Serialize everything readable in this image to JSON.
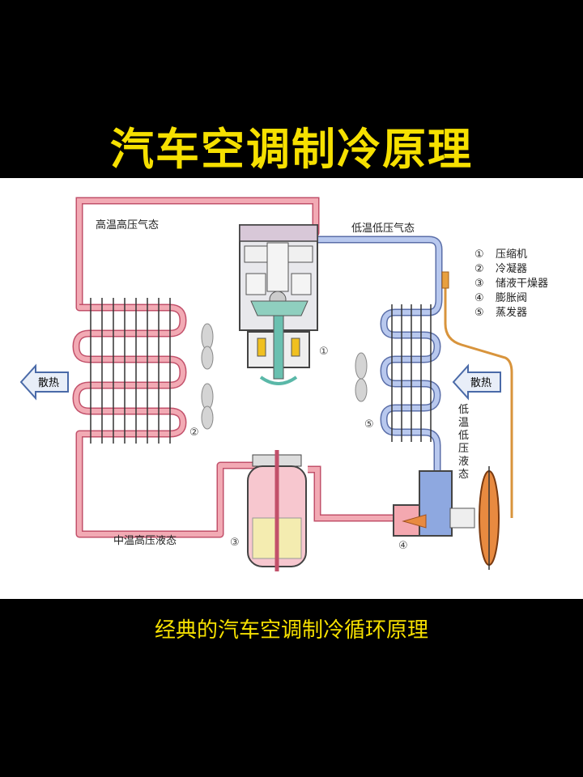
{
  "title": "汽车空调制冷原理",
  "subtitle": "经典的汽车空调制冷循环原理",
  "labels": {
    "high_temp_gas": "高温高压气态",
    "low_temp_gas": "低温低压气态",
    "mid_temp_liquid": "中温高压液态",
    "low_temp_liquid_vertical": [
      "低",
      "温",
      "低",
      "压",
      "液",
      "态"
    ],
    "heat_left": "散热",
    "heat_right": "散热"
  },
  "numbers": [
    "①",
    "②",
    "③",
    "④",
    "⑤"
  ],
  "legend": [
    {
      "num": "①",
      "text": "压缩机"
    },
    {
      "num": "②",
      "text": "冷凝器"
    },
    {
      "num": "③",
      "text": "储液干燥器"
    },
    {
      "num": "④",
      "text": "膨胀阀"
    },
    {
      "num": "⑤",
      "text": "蒸发器"
    }
  ],
  "colors": {
    "hot_pipe": "#f2aab4",
    "hot_pipe_edge": "#c2506a",
    "cold_pipe": "#b8c8ee",
    "cold_pipe_edge": "#5a6ea8",
    "cap_tube": "#d8943c",
    "title_yellow": "#f6e000"
  }
}
